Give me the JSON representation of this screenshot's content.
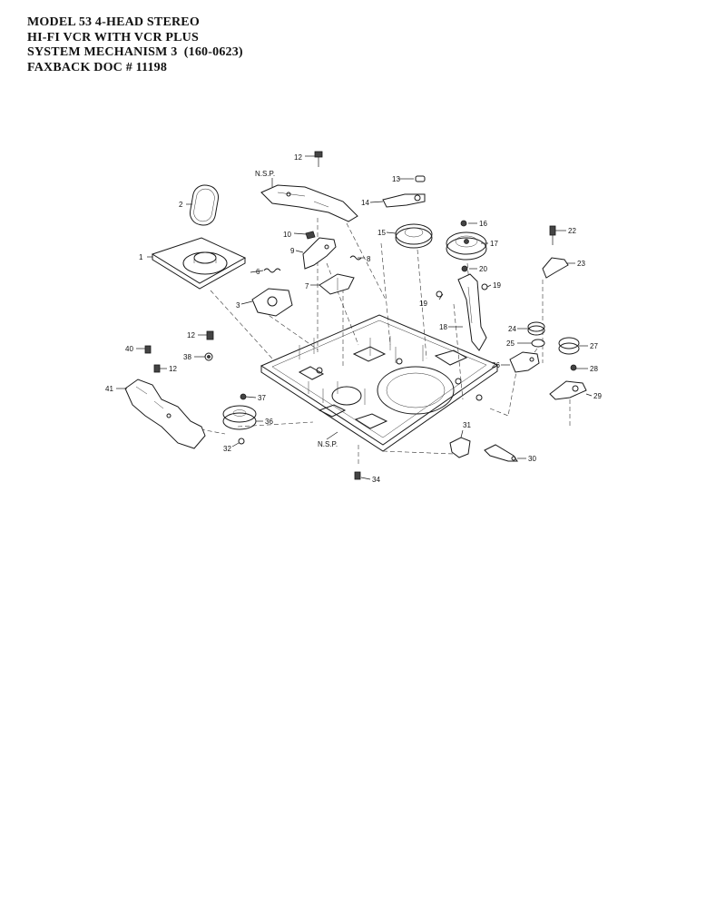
{
  "header": {
    "line1": "MODEL 53 4-HEAD STEREO",
    "line2": "HI-FI VCR WITH VCR PLUS",
    "line3": "SYSTEM MECHANISM 3  (160-0623)",
    "line4": "FAXBACK DOC # 11198"
  },
  "diagram": {
    "colors": {
      "ink": "#1a1a1a",
      "paper": "#ffffff"
    },
    "labels": {
      "nsp_top": "N.S.P.",
      "nsp_bottom": "N.S.P.",
      "p1": "1",
      "p2": "2",
      "p3": "3",
      "p6": "6",
      "p7": "7",
      "p8": "8",
      "p9": "9",
      "p10": "10",
      "p12a": "12",
      "p12b": "12",
      "p12c": "12",
      "p13": "13",
      "p14": "14",
      "p15": "15",
      "p16": "16",
      "p17": "17",
      "p18": "18",
      "p19a": "19",
      "p19b": "19",
      "p20": "20",
      "p22": "22",
      "p23": "23",
      "p24": "24",
      "p25": "25",
      "p26": "26",
      "p27": "27",
      "p28": "28",
      "p29": "29",
      "p30": "30",
      "p31": "31",
      "p32": "32",
      "p34": "34",
      "p36": "36",
      "p37": "37",
      "p38": "38",
      "p40": "40",
      "p41": "41"
    }
  }
}
